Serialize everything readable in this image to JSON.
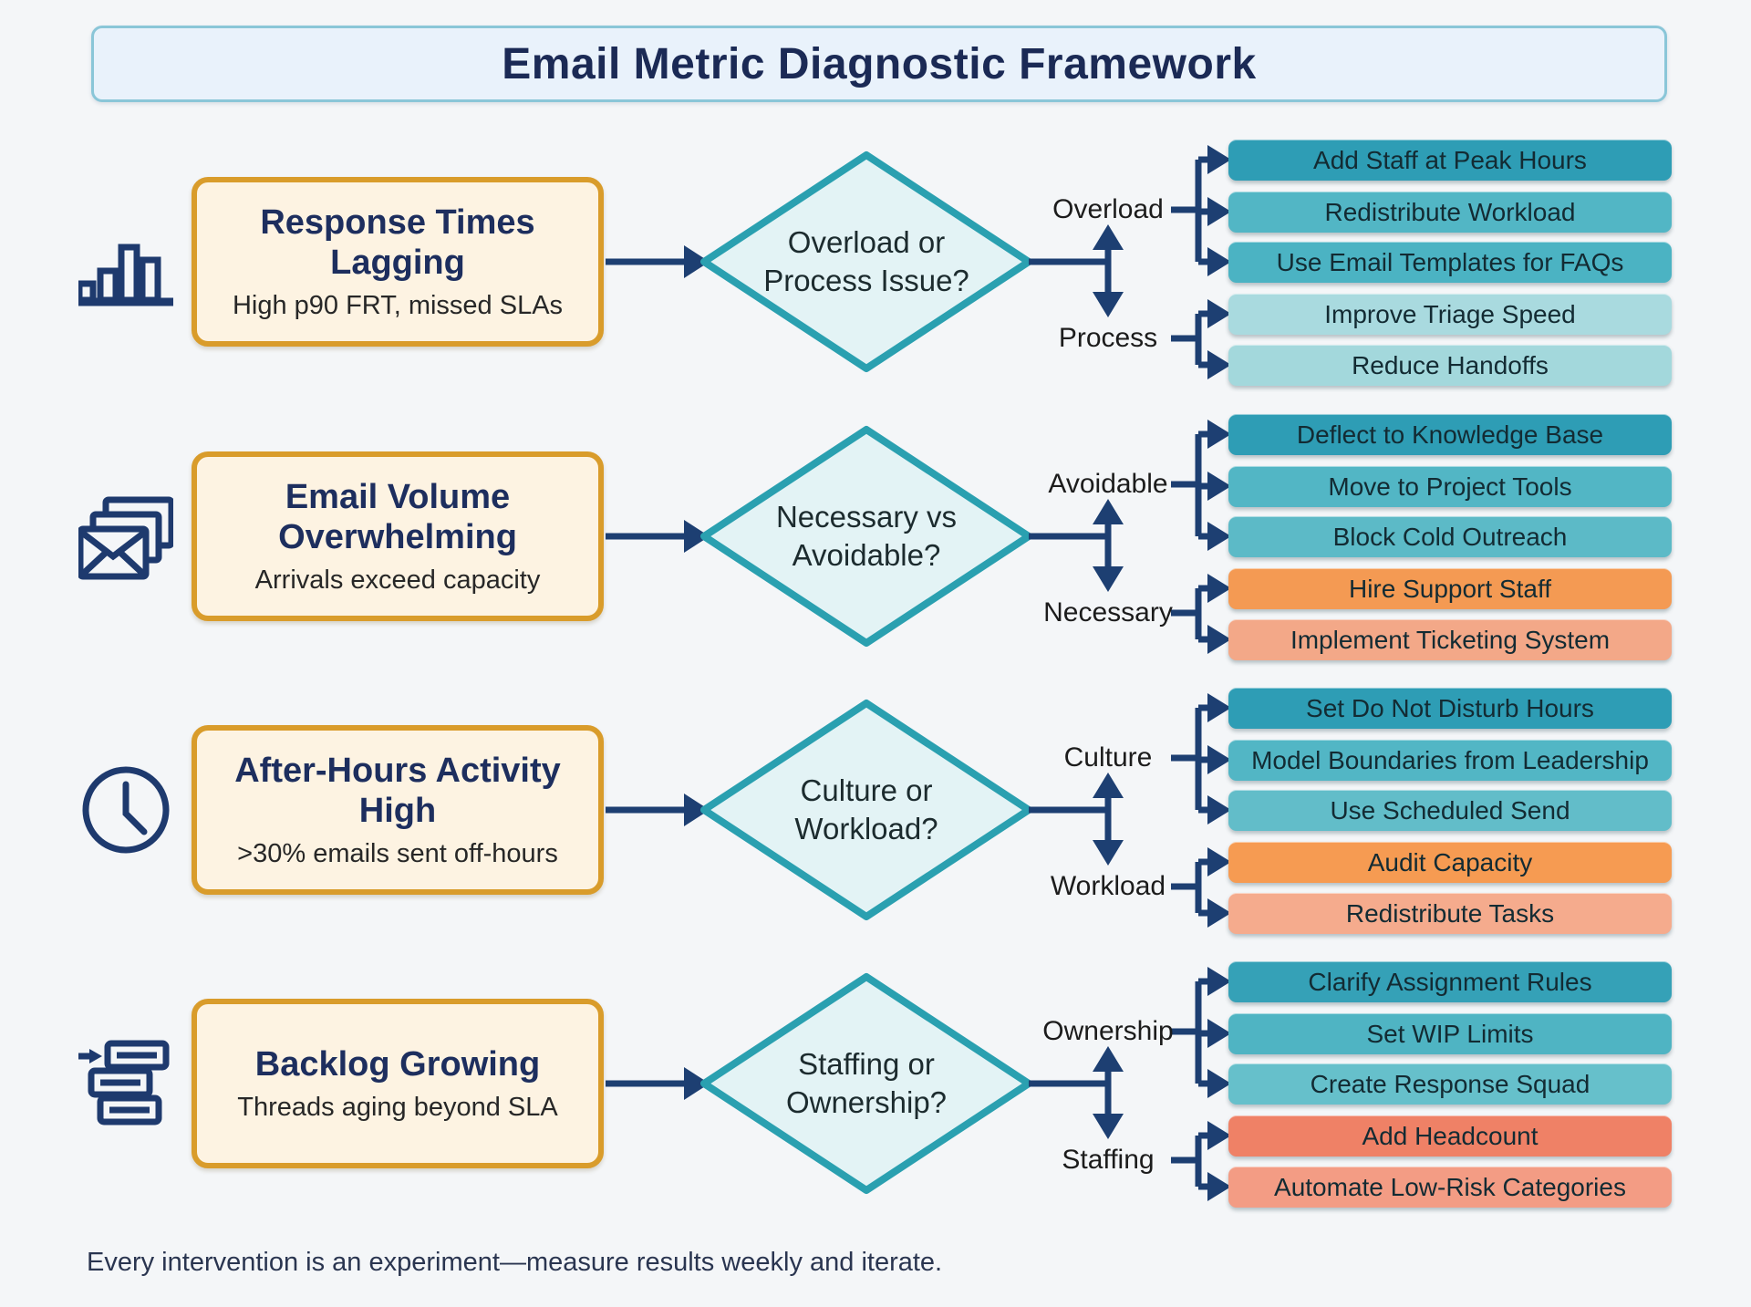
{
  "title": "Email Metric Diagnostic Framework",
  "footer": "Every intervention is an experiment—measure results weekly and iterate.",
  "palette": {
    "arrow_navy": "#1d3f72",
    "diamond_fill": "#e3f3f5",
    "diamond_border": "#2aa0b0",
    "problem_card_bg": "#fdf3e2",
    "problem_card_border": "#d99c2b",
    "title_banner_bg": "#e9f2fb",
    "title_banner_border": "#8ac6d8"
  },
  "rows": [
    {
      "icon": "bar-chart-icon",
      "problem": {
        "title": "Response Times Lagging",
        "subtitle": "High p90 FRT, missed SLAs"
      },
      "decision": "Overload or\nProcess Issue?",
      "branches": [
        {
          "label": "Overload",
          "actions": [
            {
              "label": "Add Staff at Peak Hours",
              "color": "#2e9db5"
            },
            {
              "label": "Redistribute Workload",
              "color": "#52b6c5"
            },
            {
              "label": "Use Email Templates for FAQs",
              "color": "#4bb3c3"
            }
          ]
        },
        {
          "label": "Process",
          "actions": [
            {
              "label": "Improve Triage Speed",
              "color": "#a9dadf"
            },
            {
              "label": "Reduce Handoffs",
              "color": "#a3d8dc"
            }
          ]
        }
      ]
    },
    {
      "icon": "envelopes-icon",
      "problem": {
        "title": "Email Volume Overwhelming",
        "subtitle": "Arrivals exceed capacity"
      },
      "decision": "Necessary vs\nAvoidable?",
      "branches": [
        {
          "label": "Avoidable",
          "actions": [
            {
              "label": "Deflect to Knowledge Base",
              "color": "#2e9db5"
            },
            {
              "label": "Move to Project Tools",
              "color": "#52b6c5"
            },
            {
              "label": "Block Cold Outreach",
              "color": "#5cbac7"
            }
          ]
        },
        {
          "label": "Necessary",
          "actions": [
            {
              "label": "Hire Support Staff",
              "color": "#f49a53"
            },
            {
              "label": "Implement Ticketing System",
              "color": "#f3a888"
            }
          ]
        }
      ]
    },
    {
      "icon": "clock-icon",
      "problem": {
        "title": "After-Hours Activity High",
        "subtitle": ">30% emails sent off-hours"
      },
      "decision": "Culture or\nWorkload?",
      "branches": [
        {
          "label": "Culture",
          "actions": [
            {
              "label": "Set Do Not Disturb Hours",
              "color": "#2e9db5"
            },
            {
              "label": "Model Boundaries from Leadership",
              "color": "#52b6c5"
            },
            {
              "label": "Use Scheduled Send",
              "color": "#62bdc9"
            }
          ]
        },
        {
          "label": "Workload",
          "actions": [
            {
              "label": "Audit Capacity",
              "color": "#f69b52"
            },
            {
              "label": "Redistribute Tasks",
              "color": "#f5ab8d"
            }
          ]
        }
      ]
    },
    {
      "icon": "backlog-icon",
      "problem": {
        "title": "Backlog Growing",
        "subtitle": "Threads aging beyond SLA"
      },
      "decision": "Staffing or\nOwnership?",
      "branches": [
        {
          "label": "Ownership",
          "actions": [
            {
              "label": "Clarify Assignment Rules",
              "color": "#35a1b7"
            },
            {
              "label": "Set WIP Limits",
              "color": "#4fb4c3"
            },
            {
              "label": "Create Response Squad",
              "color": "#66c0cb"
            }
          ]
        },
        {
          "label": "Staffing",
          "actions": [
            {
              "label": "Add Headcount",
              "color": "#ef8166"
            },
            {
              "label": "Automate Low-Risk Categories",
              "color": "#f39c84"
            }
          ]
        }
      ]
    }
  ]
}
